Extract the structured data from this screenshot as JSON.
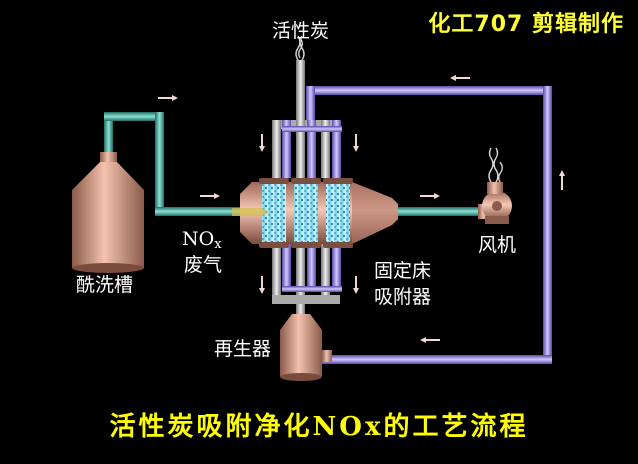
{
  "brand": "化工707 剪辑制作",
  "labels": {
    "activated_carbon": "活性炭",
    "acid_tank": "酰洗槽",
    "nox_main": "NO",
    "nox_sub": "x",
    "waste_gas": "废气",
    "bed_line1": "固定床",
    "bed_line2": "吸附器",
    "fan": "风机",
    "regenerator": "再生器"
  },
  "caption": "活性炭吸附净化NOx的工艺流程",
  "colors": {
    "background": "#000000",
    "teal_pipe": "#3aa89a",
    "purple_pipe": "#8a7ad8",
    "vessel": "#e2a48e",
    "caption": "#ffff00",
    "brand": "#ffff33"
  }
}
